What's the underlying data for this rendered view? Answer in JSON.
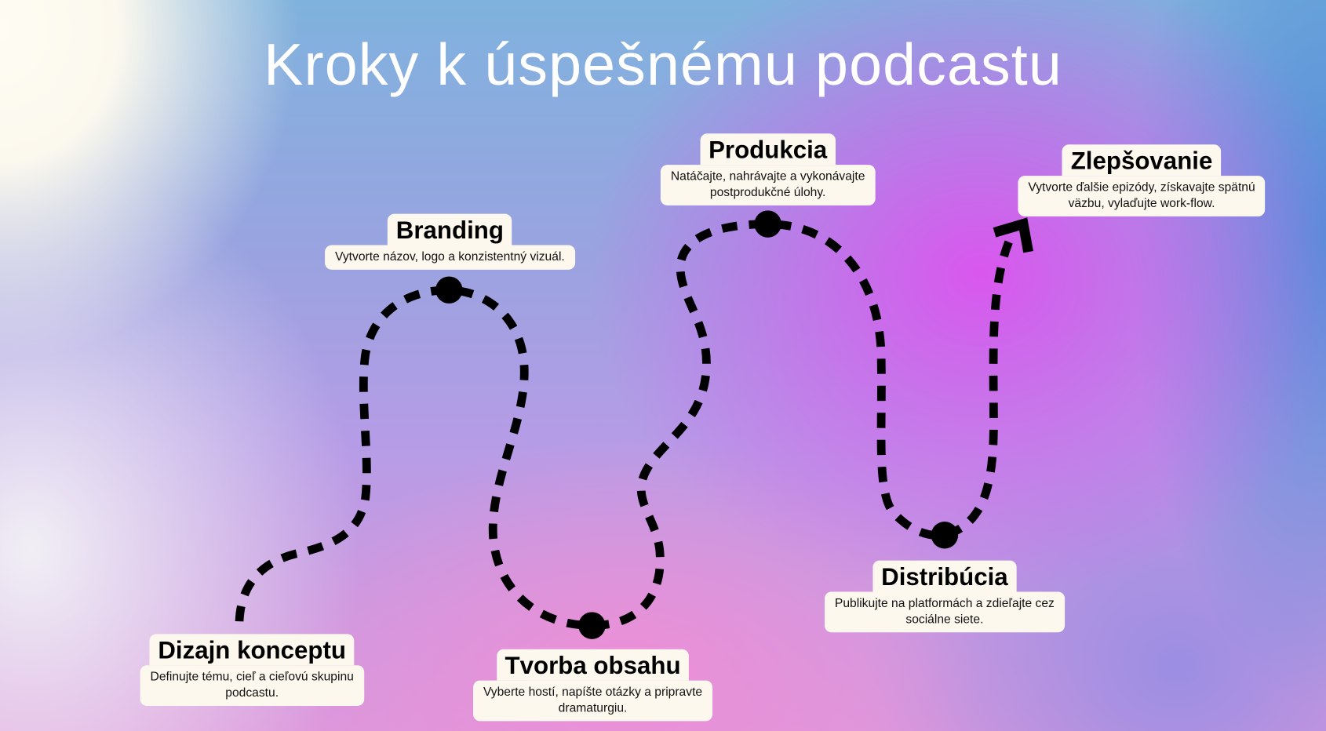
{
  "title": "Kroky k úspešnému podcastu",
  "steps": [
    {
      "title": "Dizajn konceptu",
      "desc": "Definujte tému, cieľ a cieľovú skupinu",
      "desc2": "podcastu."
    },
    {
      "title": "Branding",
      "desc": "Vytvorte názov, logo a konzistentný vizuál.",
      "desc2": ""
    },
    {
      "title": "Tvorba obsahu",
      "desc": "Vyberte hostí, napíšte otázky a pripravte",
      "desc2": "dramaturgiu."
    },
    {
      "title": "Produkcia",
      "desc": "Natáčajte, nahrávajte a vykonávajte",
      "desc2": "postprodukčné úlohy."
    },
    {
      "title": "Distribúcia",
      "desc": "Publikujte na platformách a zdieľajte cez",
      "desc2": "sociálne siete."
    },
    {
      "title": "Zlepšovanie",
      "desc": "Vytvorte ďalšie epizódy, získavajte spätnú",
      "desc2": "väzbu, vylaďujte work-flow."
    }
  ]
}
